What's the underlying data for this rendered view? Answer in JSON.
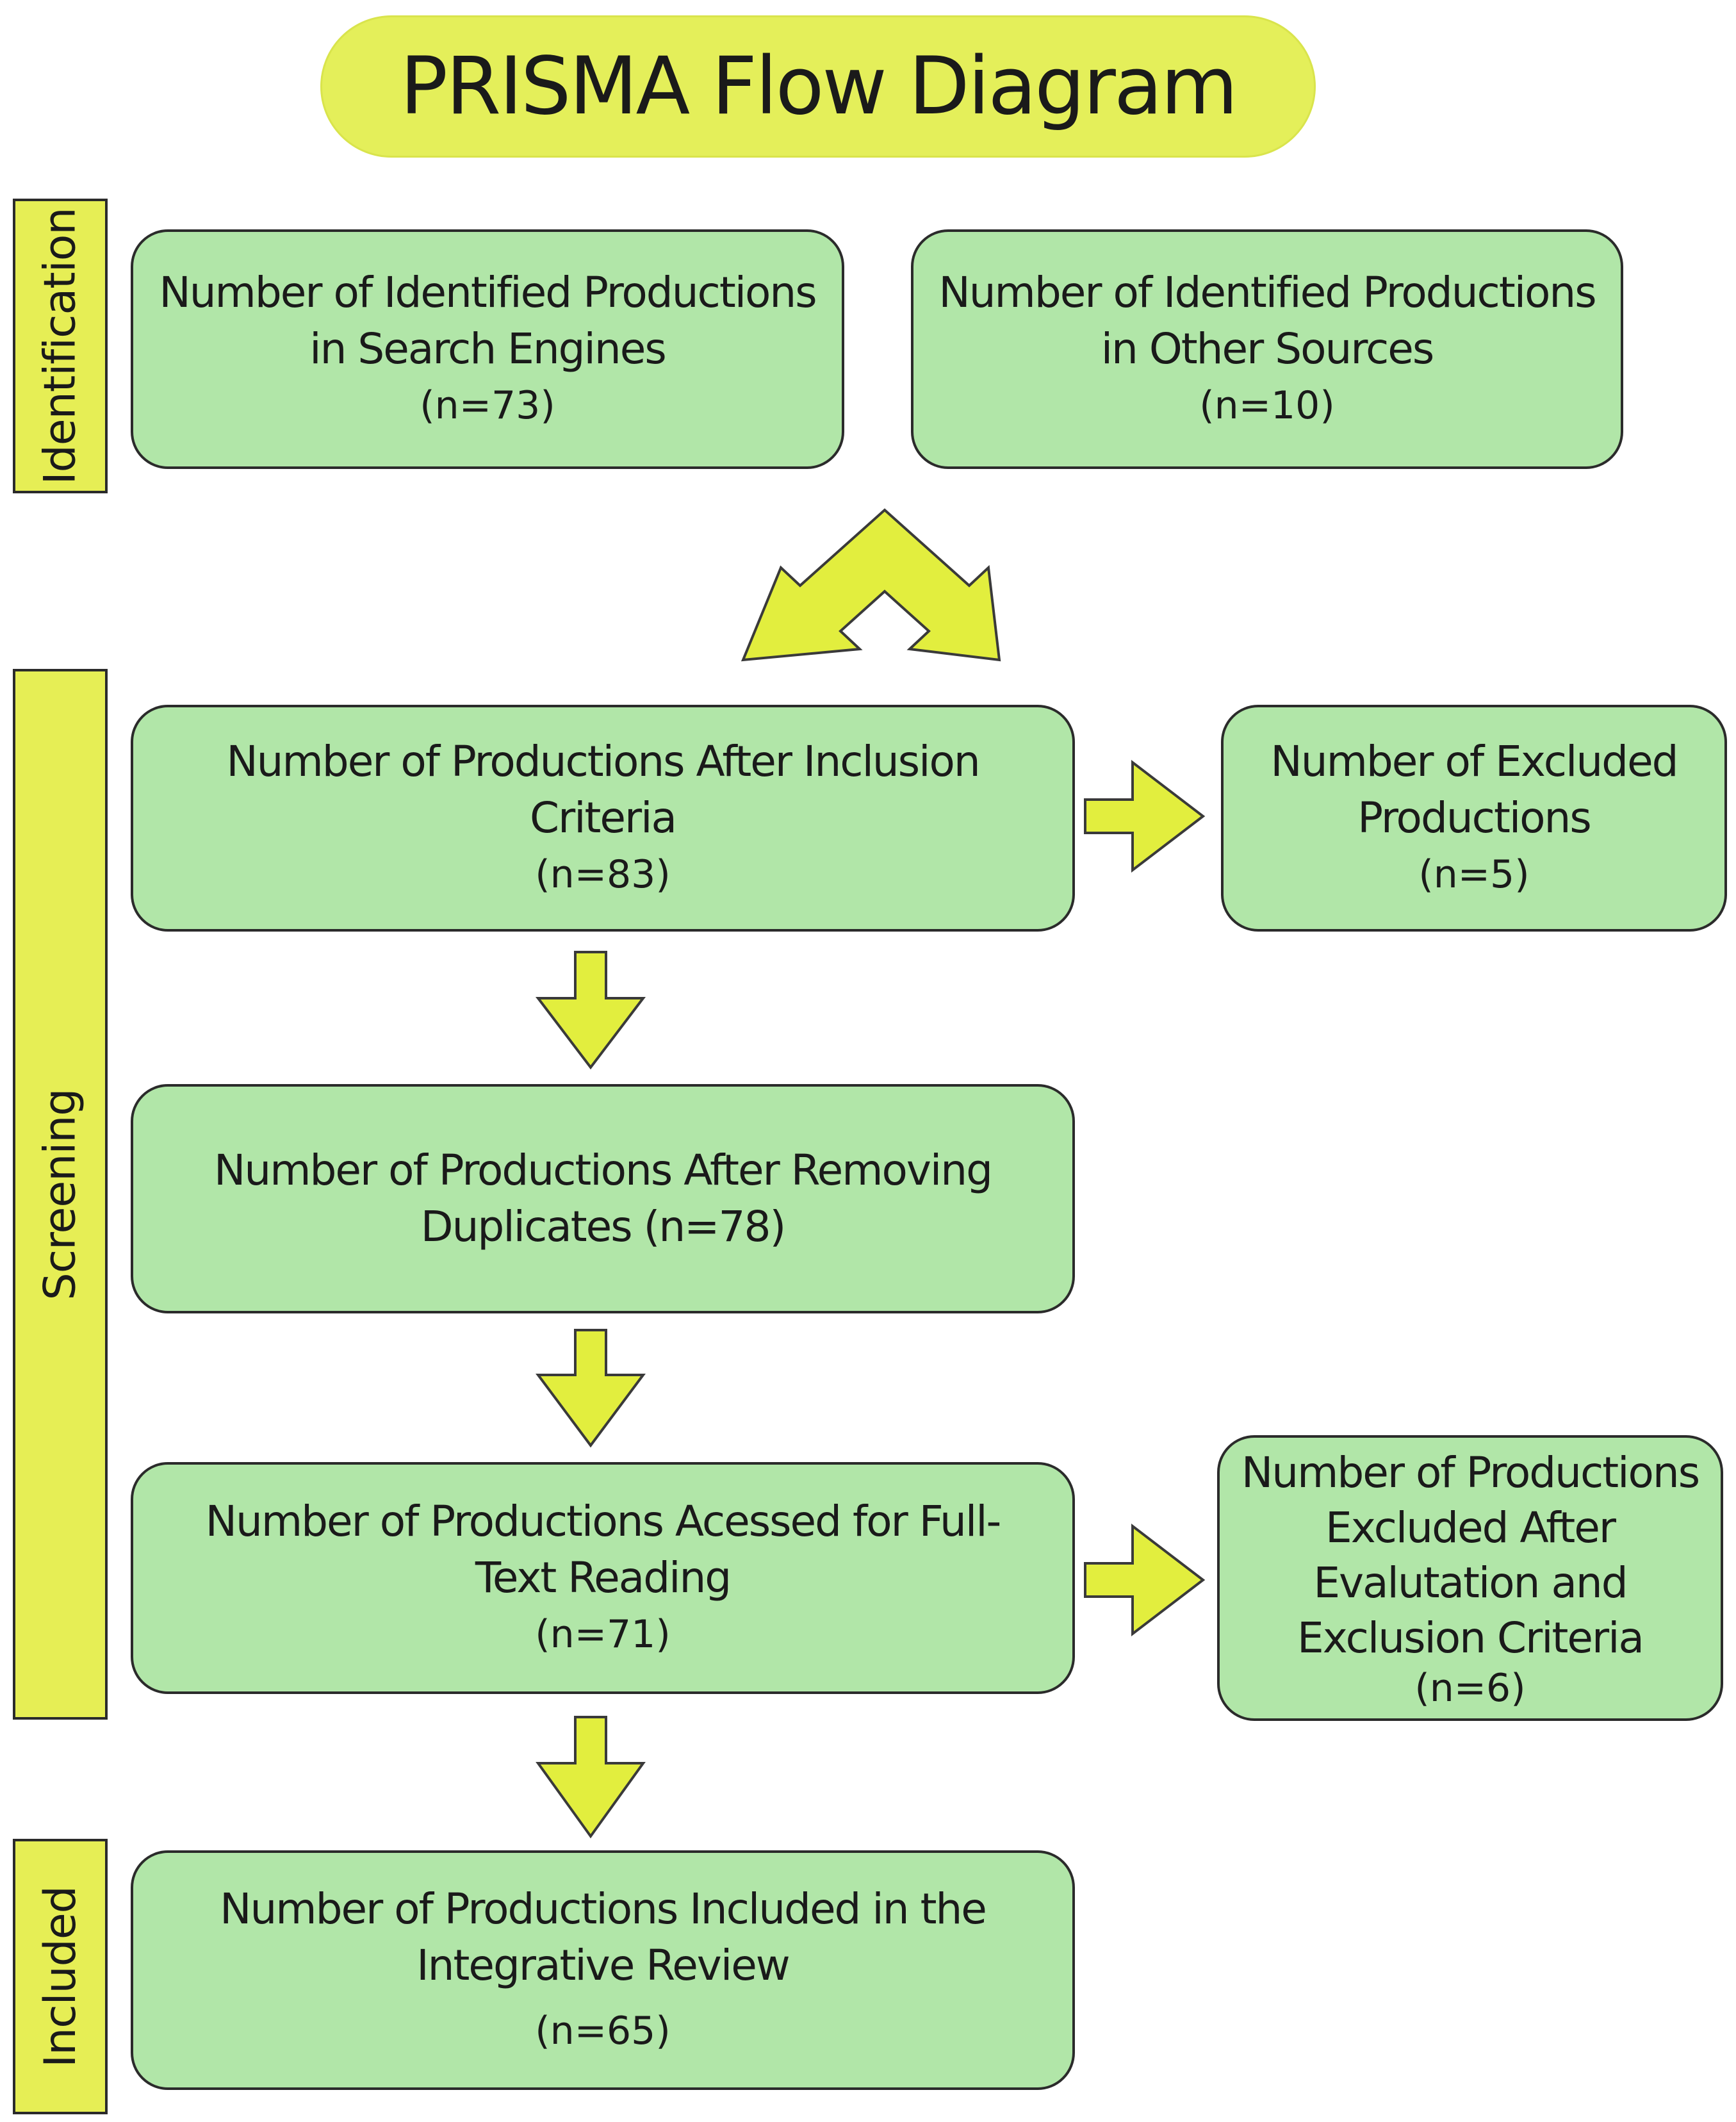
{
  "title": "PRISMA Flow Diagram",
  "phases": {
    "identification": "Identification",
    "screening": "Screening",
    "included": "Included"
  },
  "boxes": {
    "search_engines": {
      "text": "Number of Identified Productions\nin Search Engines",
      "count": "(n=73)"
    },
    "other_sources": {
      "text": "Number of Identified Productions\nin Other Sources",
      "count": "(n=10)"
    },
    "after_inclusion": {
      "text": "Number of  Productions After Inclusion\nCriteria",
      "count": "(n=83)"
    },
    "excluded": {
      "text": "Number of  Excluded\nProductions",
      "count": "(n=5)"
    },
    "after_duplicates": {
      "text": "Number of  Productions After Removing\nDuplicates  (n=78)",
      "count": ""
    },
    "full_text": {
      "text": "Number of  Productions Acessed for Full-\nText Reading",
      "count": "(n=71)"
    },
    "excluded_after_eval": {
      "text": "Number of Productions\nExcluded After\nEvalutation and\nExclusion Criteria",
      "count": "(n=6)"
    },
    "included_review": {
      "text": "Number of  Productions Included in the\nIntegrative Review",
      "count": "(n=65)"
    }
  },
  "colors": {
    "arrow_fill": "#e2ee3e",
    "box_fill": "#b1e6a8",
    "phase_fill": "#e6ee55",
    "title_fill": "#e4ef5a",
    "outline": "#2b2b2b"
  }
}
